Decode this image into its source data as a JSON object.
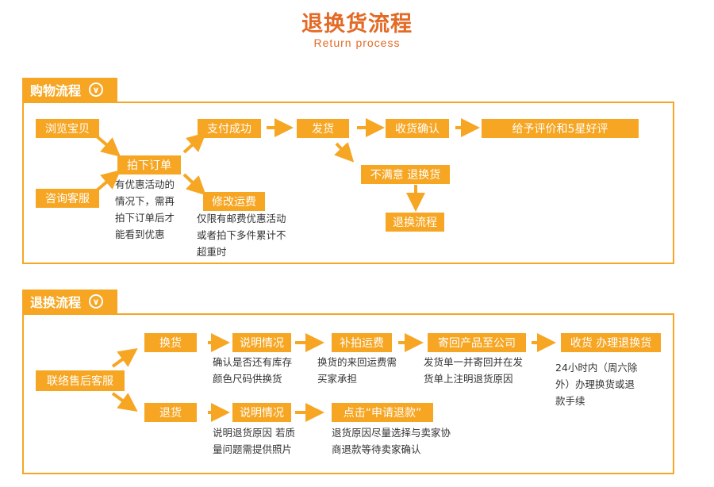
{
  "header": {
    "title": "退换货流程",
    "subtitle": "Return process"
  },
  "colors": {
    "accent": "#f6a623",
    "title": "#e36a25"
  },
  "purchase": {
    "tab_label": "购物流程",
    "tab_icon": "chevron-down-icon",
    "nodes": {
      "browse": "浏览宝贝",
      "consult": "咨询客服",
      "order": "拍下订单",
      "pay": "支付成功",
      "ship": "发货",
      "receive": "收货确认",
      "review": "给予评价和5星好评",
      "unsatisfied": "不满意  退换货",
      "return_flow": "退换流程",
      "modify_fee": "修改运费"
    },
    "notes": {
      "order": [
        "有优惠活动的",
        "情况下，需再",
        "拍下订单后才",
        "能看到优惠"
      ],
      "modify_fee": [
        "仅限有邮费优惠活动",
        "或者拍下多件累计不",
        "超重时"
      ]
    }
  },
  "return": {
    "tab_label": "退换流程",
    "tab_icon": "chevron-down-icon",
    "nodes": {
      "contact": "联络售后客服",
      "exchange": "换货",
      "explain1": "说明情况",
      "repost_fee": "补拍运费",
      "send_back": "寄回产品至公司",
      "process": "收货  办理退换货",
      "refund": "退货",
      "explain2": "说明情况",
      "apply": "点击“申请退款”"
    },
    "notes": {
      "explain1": [
        "确认是否还有库存",
        "颜色尺码供换货"
      ],
      "repost_fee": [
        "换货的来回运费需",
        "买家承担"
      ],
      "send_back": [
        "发货单一并寄回并在发",
        "货单上注明退货原因"
      ],
      "process": [
        "24小时内（周六除",
        "外）办理换货或退",
        "款手续"
      ],
      "explain2": [
        "说明退货原因  若质",
        "量问题需提供照片"
      ],
      "apply": [
        "退货原因尽量选择与卖家协",
        "商退款等待卖家确认"
      ]
    }
  }
}
